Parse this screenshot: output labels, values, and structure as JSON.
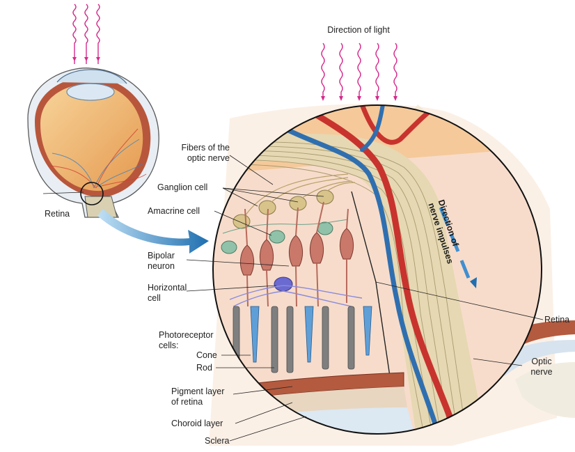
{
  "labels": {
    "direction_of_light": "Direction of light",
    "retina_small": "Retina",
    "fibers_optic_nerve_1": "Fibers of the",
    "fibers_optic_nerve_2": "optic nerve",
    "ganglion_cell": "Ganglion cell",
    "amacrine_cell": "Amacrine cell",
    "bipolar_1": "Bipolar",
    "bipolar_2": "neuron",
    "horizontal_1": "Horizontal",
    "horizontal_2": "cell",
    "photoreceptor_1": "Photoreceptor",
    "photoreceptor_2": "cells:",
    "cone": "Cone",
    "rod": "Rod",
    "pigment_1": "Pigment layer",
    "pigment_2": "of retina",
    "choroid": "Choroid layer",
    "sclera": "Sclera",
    "retina_right": "Retina",
    "optic_1": "Optic",
    "optic_2": "nerve",
    "direction_impulses_1": "Direction of",
    "direction_impulses_2": "nerve impulses"
  },
  "colors": {
    "light_arrows": "#d42a8c",
    "eye_fill": "#f2b86a",
    "tissue": "#f6dcc8",
    "fiber_band": "#e4d6b0",
    "artery": "#c8332e",
    "vein": "#2f6fb0",
    "ganglion": "#d8c48a",
    "amacrine": "#8fc2a8",
    "bipolar": "#c9786a",
    "horizontal": "#6a6ad0",
    "cone": "#5f9fd8",
    "rod": "#7f7f7f",
    "pigment": "#b45a3e",
    "big_arrow": "#2a7fbf",
    "impulse_arrow": "#3f8fd0"
  }
}
